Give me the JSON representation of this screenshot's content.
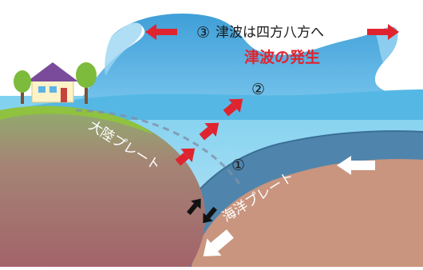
{
  "title": "津波の発生",
  "tsunami_label": "津波は四方八方へ",
  "marker_1": "①",
  "marker_2": "②",
  "marker_3": "③",
  "continental_plate": "大陸プレート",
  "oceanic_plate": "海洋プレート",
  "colors": {
    "sky": "#ffffff",
    "sea": "#6ec8ea",
    "wave": "#4aa8dc",
    "oceanic_plate": "#4a7fa8",
    "continental": "#a56b6e",
    "ground_right": "#c9957e",
    "grass": "#8fc23f",
    "arrow_red": "#e0242f",
    "title_red": "#e0242f"
  }
}
